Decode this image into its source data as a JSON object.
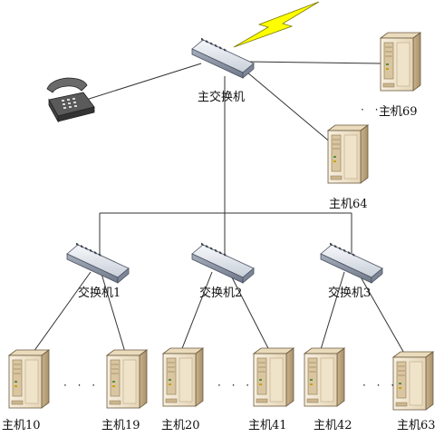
{
  "diagram": {
    "main_switch": {
      "label": "主交换机",
      "icon": "switch-icon"
    },
    "phone": {
      "icon": "telephone-icon"
    },
    "wireless": {
      "icon": "lightning-icon",
      "color": "#ffff00"
    },
    "servers_top": [
      {
        "label": "主机69",
        "icon": "server-icon"
      },
      {
        "label": "主机64",
        "icon": "server-icon"
      }
    ],
    "ellipsis": "· · ·",
    "switches": [
      {
        "label": "交换机1",
        "icon": "switch-icon"
      },
      {
        "label": "交换机2",
        "icon": "switch-icon"
      },
      {
        "label": "交换机3",
        "icon": "switch-icon"
      }
    ],
    "hosts_bottom": [
      {
        "label": "主机10"
      },
      {
        "label": "主机19"
      },
      {
        "label": "主机20"
      },
      {
        "label": "主机41"
      },
      {
        "label": "主机42"
      },
      {
        "label": "主机63"
      }
    ],
    "colors": {
      "line": "#333333",
      "server_light": "#f4ead6",
      "server_mid": "#e2cfae",
      "server_dark": "#b9a27c",
      "switch_light": "#eef1f5",
      "switch_dark": "#8f98a8",
      "phone": "#444444"
    }
  }
}
